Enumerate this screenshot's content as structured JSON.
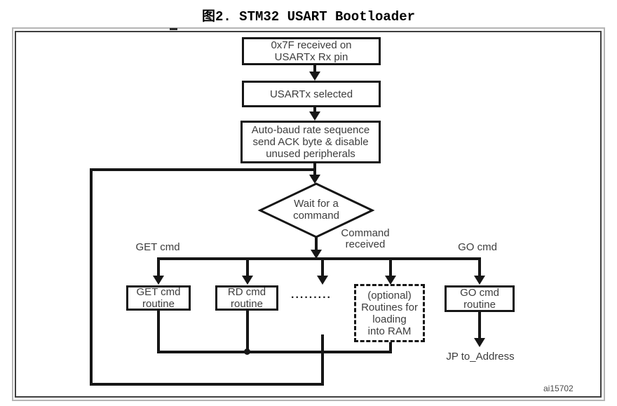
{
  "figure": {
    "title": "图2. STM32 USART Bootloader",
    "watermark": "ai15702"
  },
  "nodes": {
    "start": "0x7F received on\nUSARTx Rx pin",
    "usart_selected": "USARTx selected",
    "autobaud": "Auto-baud rate sequence\nsend ACK byte & disable\nunused peripherals",
    "wait_decision": "Wait for a\ncommand",
    "get_routine": "GET cmd\nroutine",
    "rd_routine": "RD cmd\nroutine",
    "more_routines_dots": ".........",
    "optional_ram_routines": "(optional)\nRoutines for\nloading\ninto RAM",
    "go_routine": "GO cmd\nroutine",
    "jp_to_address": "JP to_Address"
  },
  "edge_labels": {
    "get_cmd": "GET cmd",
    "command_received": "Command\nreceived",
    "go_cmd": "GO cmd"
  },
  "colors": {
    "line": "#161616",
    "text": "#3d3d3d",
    "frame-outer": "#b5b5b5",
    "frame-inner": "#3f3f3f"
  }
}
